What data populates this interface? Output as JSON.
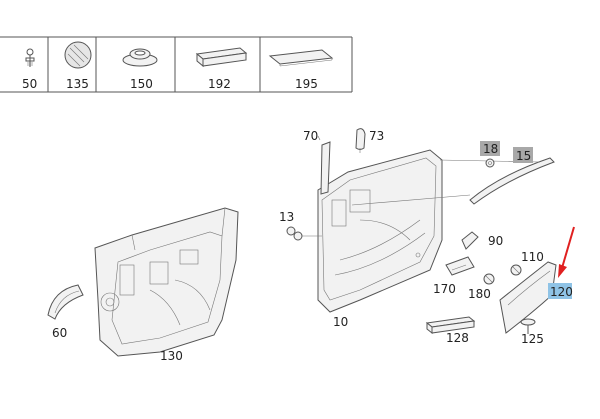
{
  "legend_parts": [
    {
      "label": "50"
    },
    {
      "label": "135"
    },
    {
      "label": "150"
    },
    {
      "label": "192"
    },
    {
      "label": "195"
    }
  ],
  "callouts": {
    "p70": "70",
    "p73": "73",
    "p18": "18",
    "p15": "15",
    "p13": "13",
    "p90": "90",
    "p110": "110",
    "p120": "120",
    "p170": "170",
    "p180": "180",
    "p60": "60",
    "p10": "10",
    "p128": "128",
    "p125": "125",
    "p130": "130"
  },
  "colors": {
    "grey_tag": "#a8a8a8",
    "blue_tag": "#8fc3e6",
    "arrow": "#e02020",
    "line": "#555555"
  },
  "icons": [
    "screw-icon",
    "felt-disc-icon",
    "grommet-icon",
    "foam-block-icon",
    "foam-pad-icon"
  ]
}
